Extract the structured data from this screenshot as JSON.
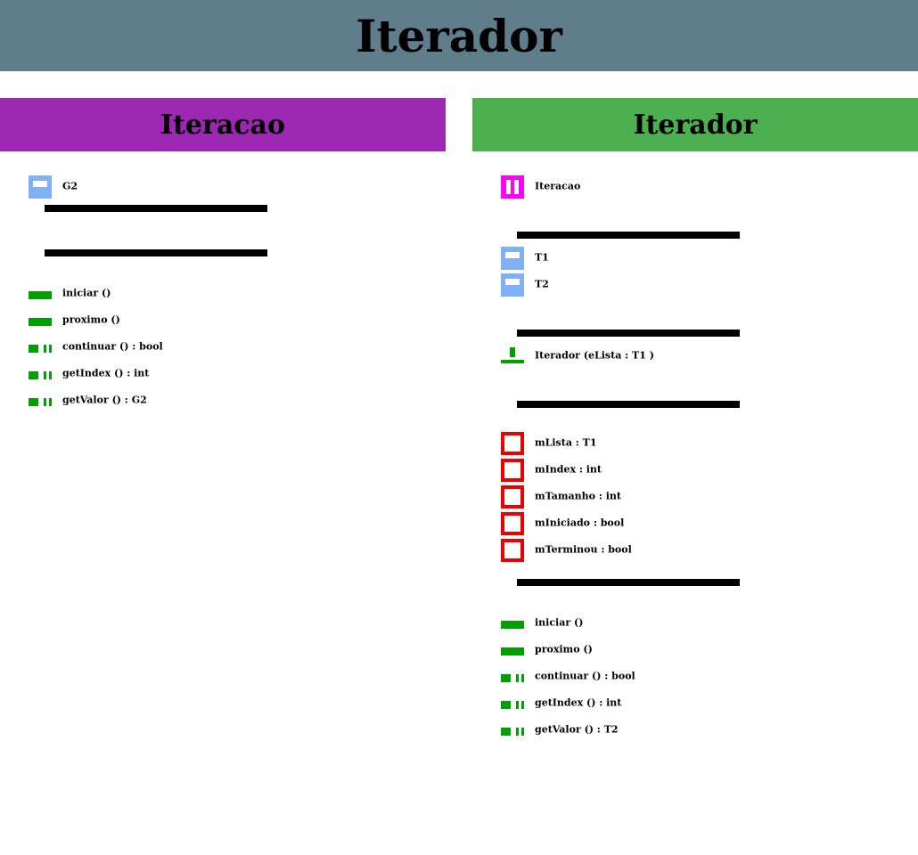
{
  "title": "Iterador",
  "colors": {
    "title_bg": "#607d8b",
    "left_header_bg": "#9c27b0",
    "right_header_bg": "#4caf50",
    "type_icon": "#7fb0f8",
    "interface_icon": "#ff00ff",
    "method_icon": "#00a000",
    "field_icon": "#ee0000"
  },
  "left": {
    "header": "Iteracao",
    "generics": [
      {
        "label": "G2",
        "icon": "type-parameter-icon"
      }
    ],
    "methods": [
      {
        "label": "iniciar ()",
        "icon": "method-icon"
      },
      {
        "label": "proximo ()",
        "icon": "method-icon"
      },
      {
        "label": "continuar () : bool",
        "icon": "function-icon"
      },
      {
        "label": "getIndex () : int",
        "icon": "function-icon"
      },
      {
        "label": "getValor () : G2",
        "icon": "function-icon"
      }
    ]
  },
  "right": {
    "header": "Iterador",
    "implements": [
      {
        "label": "Iteracao",
        "icon": "interface-icon"
      }
    ],
    "generics": [
      {
        "label": "T1",
        "icon": "type-parameter-icon"
      },
      {
        "label": "T2",
        "icon": "type-parameter-icon"
      }
    ],
    "constructors": [
      {
        "label": "Iterador (eLista : T1 )",
        "icon": "constructor-icon"
      }
    ],
    "fields": [
      {
        "label": "mLista : T1",
        "icon": "field-icon"
      },
      {
        "label": "mIndex : int",
        "icon": "field-icon"
      },
      {
        "label": "mTamanho : int",
        "icon": "field-icon"
      },
      {
        "label": "mIniciado : bool",
        "icon": "field-icon"
      },
      {
        "label": "mTerminou : bool",
        "icon": "field-icon"
      }
    ],
    "methods": [
      {
        "label": "iniciar ()",
        "icon": "method-icon"
      },
      {
        "label": "proximo ()",
        "icon": "method-icon"
      },
      {
        "label": "continuar () : bool",
        "icon": "function-icon"
      },
      {
        "label": "getIndex () : int",
        "icon": "function-icon"
      },
      {
        "label": "getValor () : T2",
        "icon": "function-icon"
      }
    ]
  }
}
